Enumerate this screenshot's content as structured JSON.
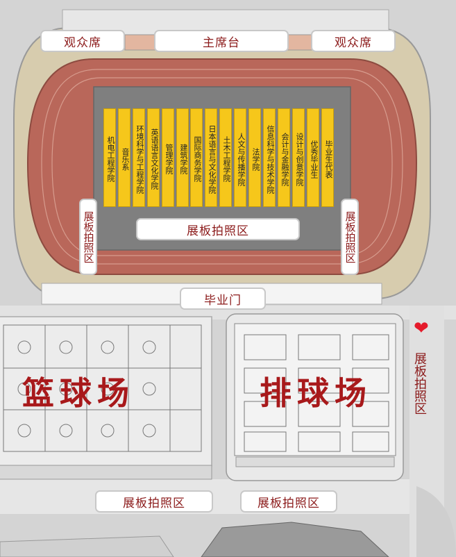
{
  "stadium": {
    "stand_left_label": "观众席",
    "main_stand_label": "主席台",
    "stand_right_label": "观众席",
    "gate_label": "毕业门",
    "photo_area_center_label": "展板拍照区",
    "photo_area_left_label": "展板拍照区",
    "photo_area_right_label": "展板拍照区",
    "colleges": [
      "机电工程学院",
      "音乐系",
      "环境科学与工程学院",
      "英语语言文化学院",
      "管理学院",
      "建筑学院",
      "国际商务学院",
      "日本语言与文化学院",
      "土木工程学院",
      "人文与传播学院",
      "法学院",
      "信息科学与技术学院",
      "会计与金融学院",
      "设计与创意学院",
      "优秀毕业生",
      "毕业生代表"
    ]
  },
  "courts": {
    "basketball_label": "篮球场",
    "volleyball_label": "排球场",
    "photo_area_bottom_left_label": "展板拍照区",
    "photo_area_bottom_right_label": "展板拍照区",
    "photo_area_east_label": "展板拍照区"
  },
  "colors": {
    "track": "#b9675a",
    "field": "#7f7f7f",
    "stand": "#d7ccae",
    "college_board": "#f6c71b",
    "label_text": "#8b1a1a",
    "heart": "#e51b2b"
  },
  "icons": {
    "marker": "heart-icon"
  }
}
